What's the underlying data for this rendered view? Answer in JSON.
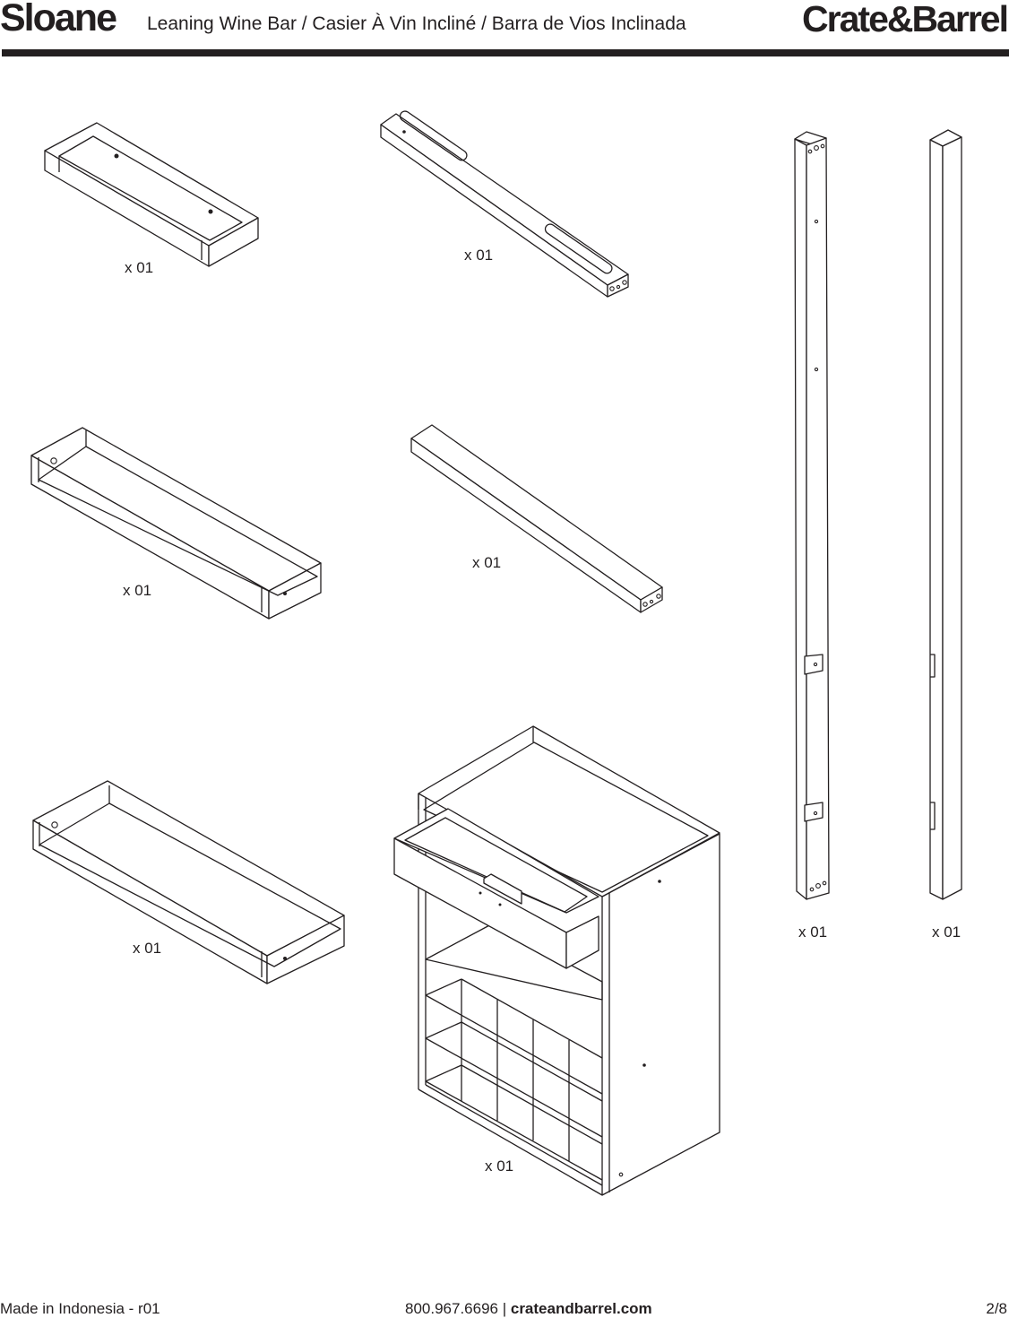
{
  "header": {
    "brand": "Sloane",
    "subtitle": "Leaning Wine Bar / Casier À Vin Incliné / Barra de Vios Inclinada",
    "logo": "Crate&Barrel"
  },
  "parts": [
    {
      "id": "frame-short",
      "quantity": "x 01"
    },
    {
      "id": "rail-slotted",
      "quantity": "x 01"
    },
    {
      "id": "shelf-middle",
      "quantity": "x 01"
    },
    {
      "id": "rail-plain",
      "quantity": "x 01"
    },
    {
      "id": "shelf-lower",
      "quantity": "x 01"
    },
    {
      "id": "cabinet",
      "quantity": "x 01"
    },
    {
      "id": "leg-left",
      "quantity": "x 01"
    },
    {
      "id": "leg-right",
      "quantity": "x 01"
    }
  ],
  "footer": {
    "origin": "Made in Indonesia - r01",
    "phone": "800.967.6696 | ",
    "website": "crateandbarrel.com",
    "page": "2/8"
  },
  "colors": {
    "ink": "#231f20",
    "paper": "#ffffff"
  }
}
